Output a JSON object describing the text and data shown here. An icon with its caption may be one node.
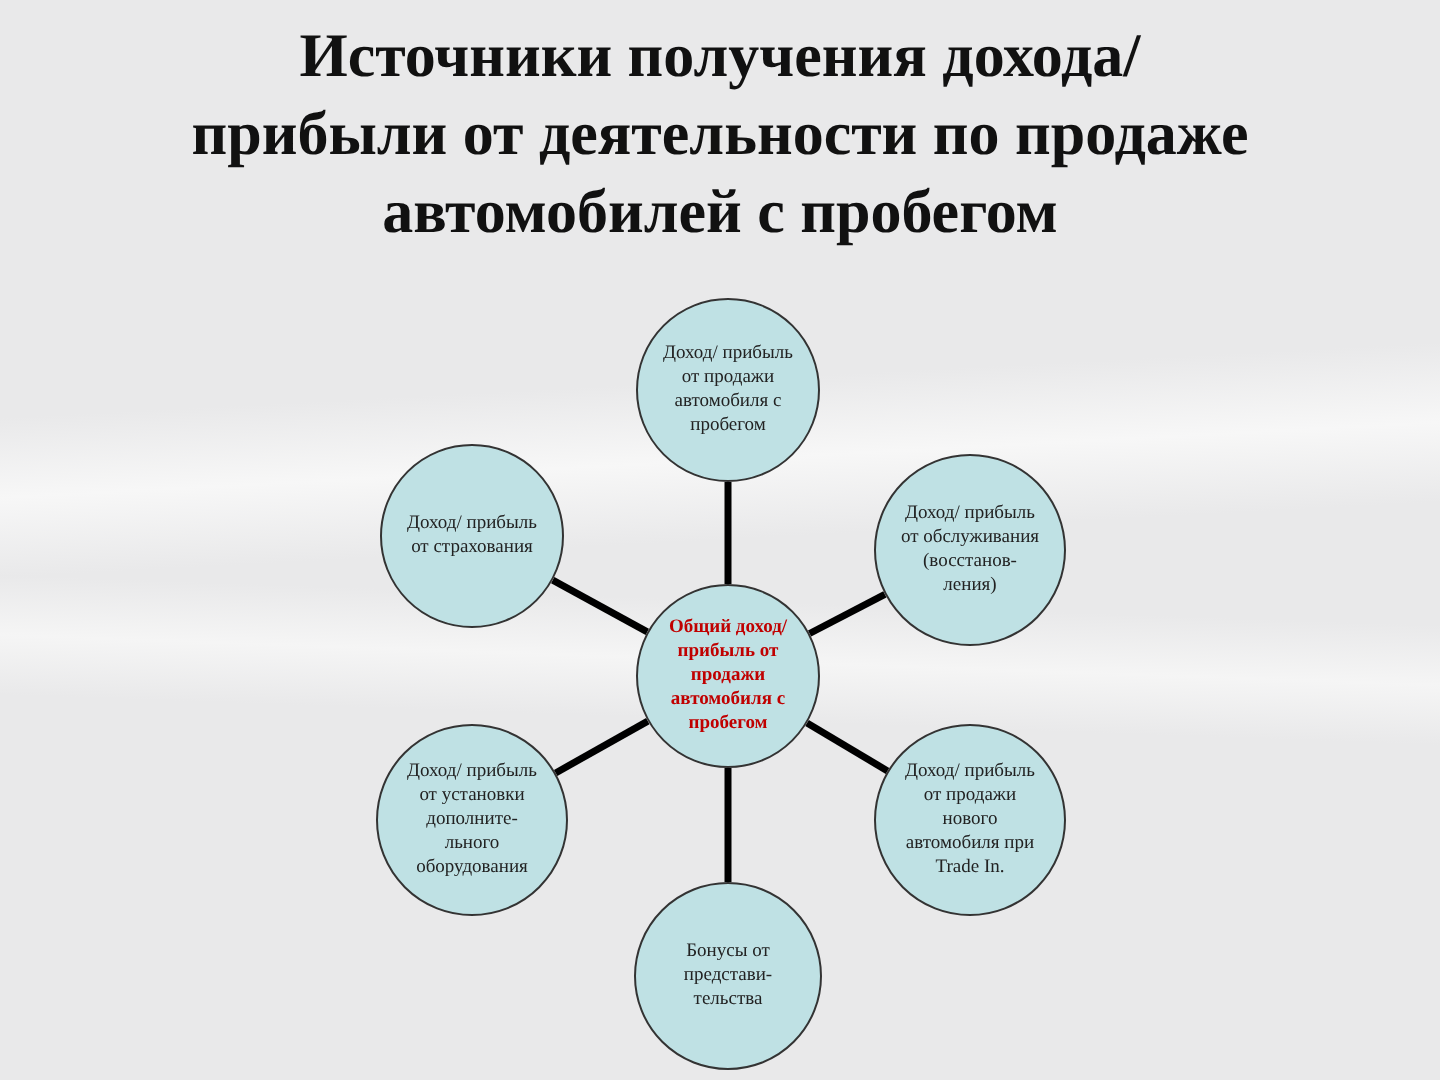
{
  "diagram": {
    "title": "Источники получения дохода/прибыли от деятельности по продаже автомобилей с пробегом",
    "nodes": [
      {
        "text": [
          "Доход/ прибыль от продажи автомобиля с пробегом"
        ]
      },
      {
        "text": [
          "Доход/ прибыль от страхования"
        ]
      },
      {
        "text": [
          "Доход/ прибыль от обслуживания (восстанов- ления)"
        ]
      },
      {
        "text": [
          "Общий доход/ прибыль от продажи автомобиля с пробегом"
        ]
      },
      {
        "text": [
          "Доход/ прибыль от установки дополните- льного оборудования"
        ]
      },
      {
        "text": [
          "Доход/ прибыль от продажи нового автомобиля при Trade In."
        ]
      },
      {
        "text": [
          "Бонусы от представи- тельства"
        ]
      }
    ],
    "edges": [
      {
        "from": 3,
        "to": 0,
        "arrow": "none"
      },
      {
        "from": 3,
        "to": 1,
        "arrow": "none"
      },
      {
        "from": 3,
        "to": 2,
        "arrow": "none"
      },
      {
        "from": 3,
        "to": 4,
        "arrow": "none"
      },
      {
        "from": 3,
        "to": 5,
        "arrow": "none"
      },
      {
        "from": 3,
        "to": 6,
        "arrow": "none"
      }
    ]
  }
}
